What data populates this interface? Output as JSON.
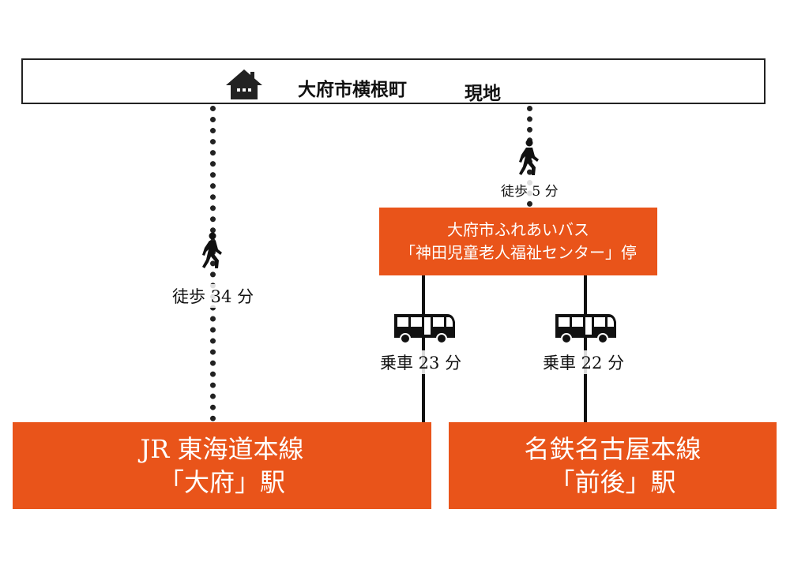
{
  "header": {
    "place_name": "大府市横根町",
    "site_label": "現地"
  },
  "route_walk_direct": {
    "caption": "徒歩 34 分"
  },
  "route_bus": {
    "walk_caption": "徒歩 5 分",
    "stop_line1": "大府市ふれあいバス",
    "stop_line2": "「神田児童老人福祉センター」停",
    "ride_caption_left": "乗車 23 分",
    "ride_caption_right": "乗車 22 分"
  },
  "stations": {
    "left_line1": "JR 東海道本線",
    "left_line2": "「大府」駅",
    "right_line1": "名鉄名古屋本線",
    "right_line2": "「前後」駅"
  },
  "icons": {
    "home": "house-icon",
    "walker": "walking-person-icon",
    "bus": "bus-icon"
  },
  "colors": {
    "accent": "#e9541a",
    "line": "#111111"
  }
}
